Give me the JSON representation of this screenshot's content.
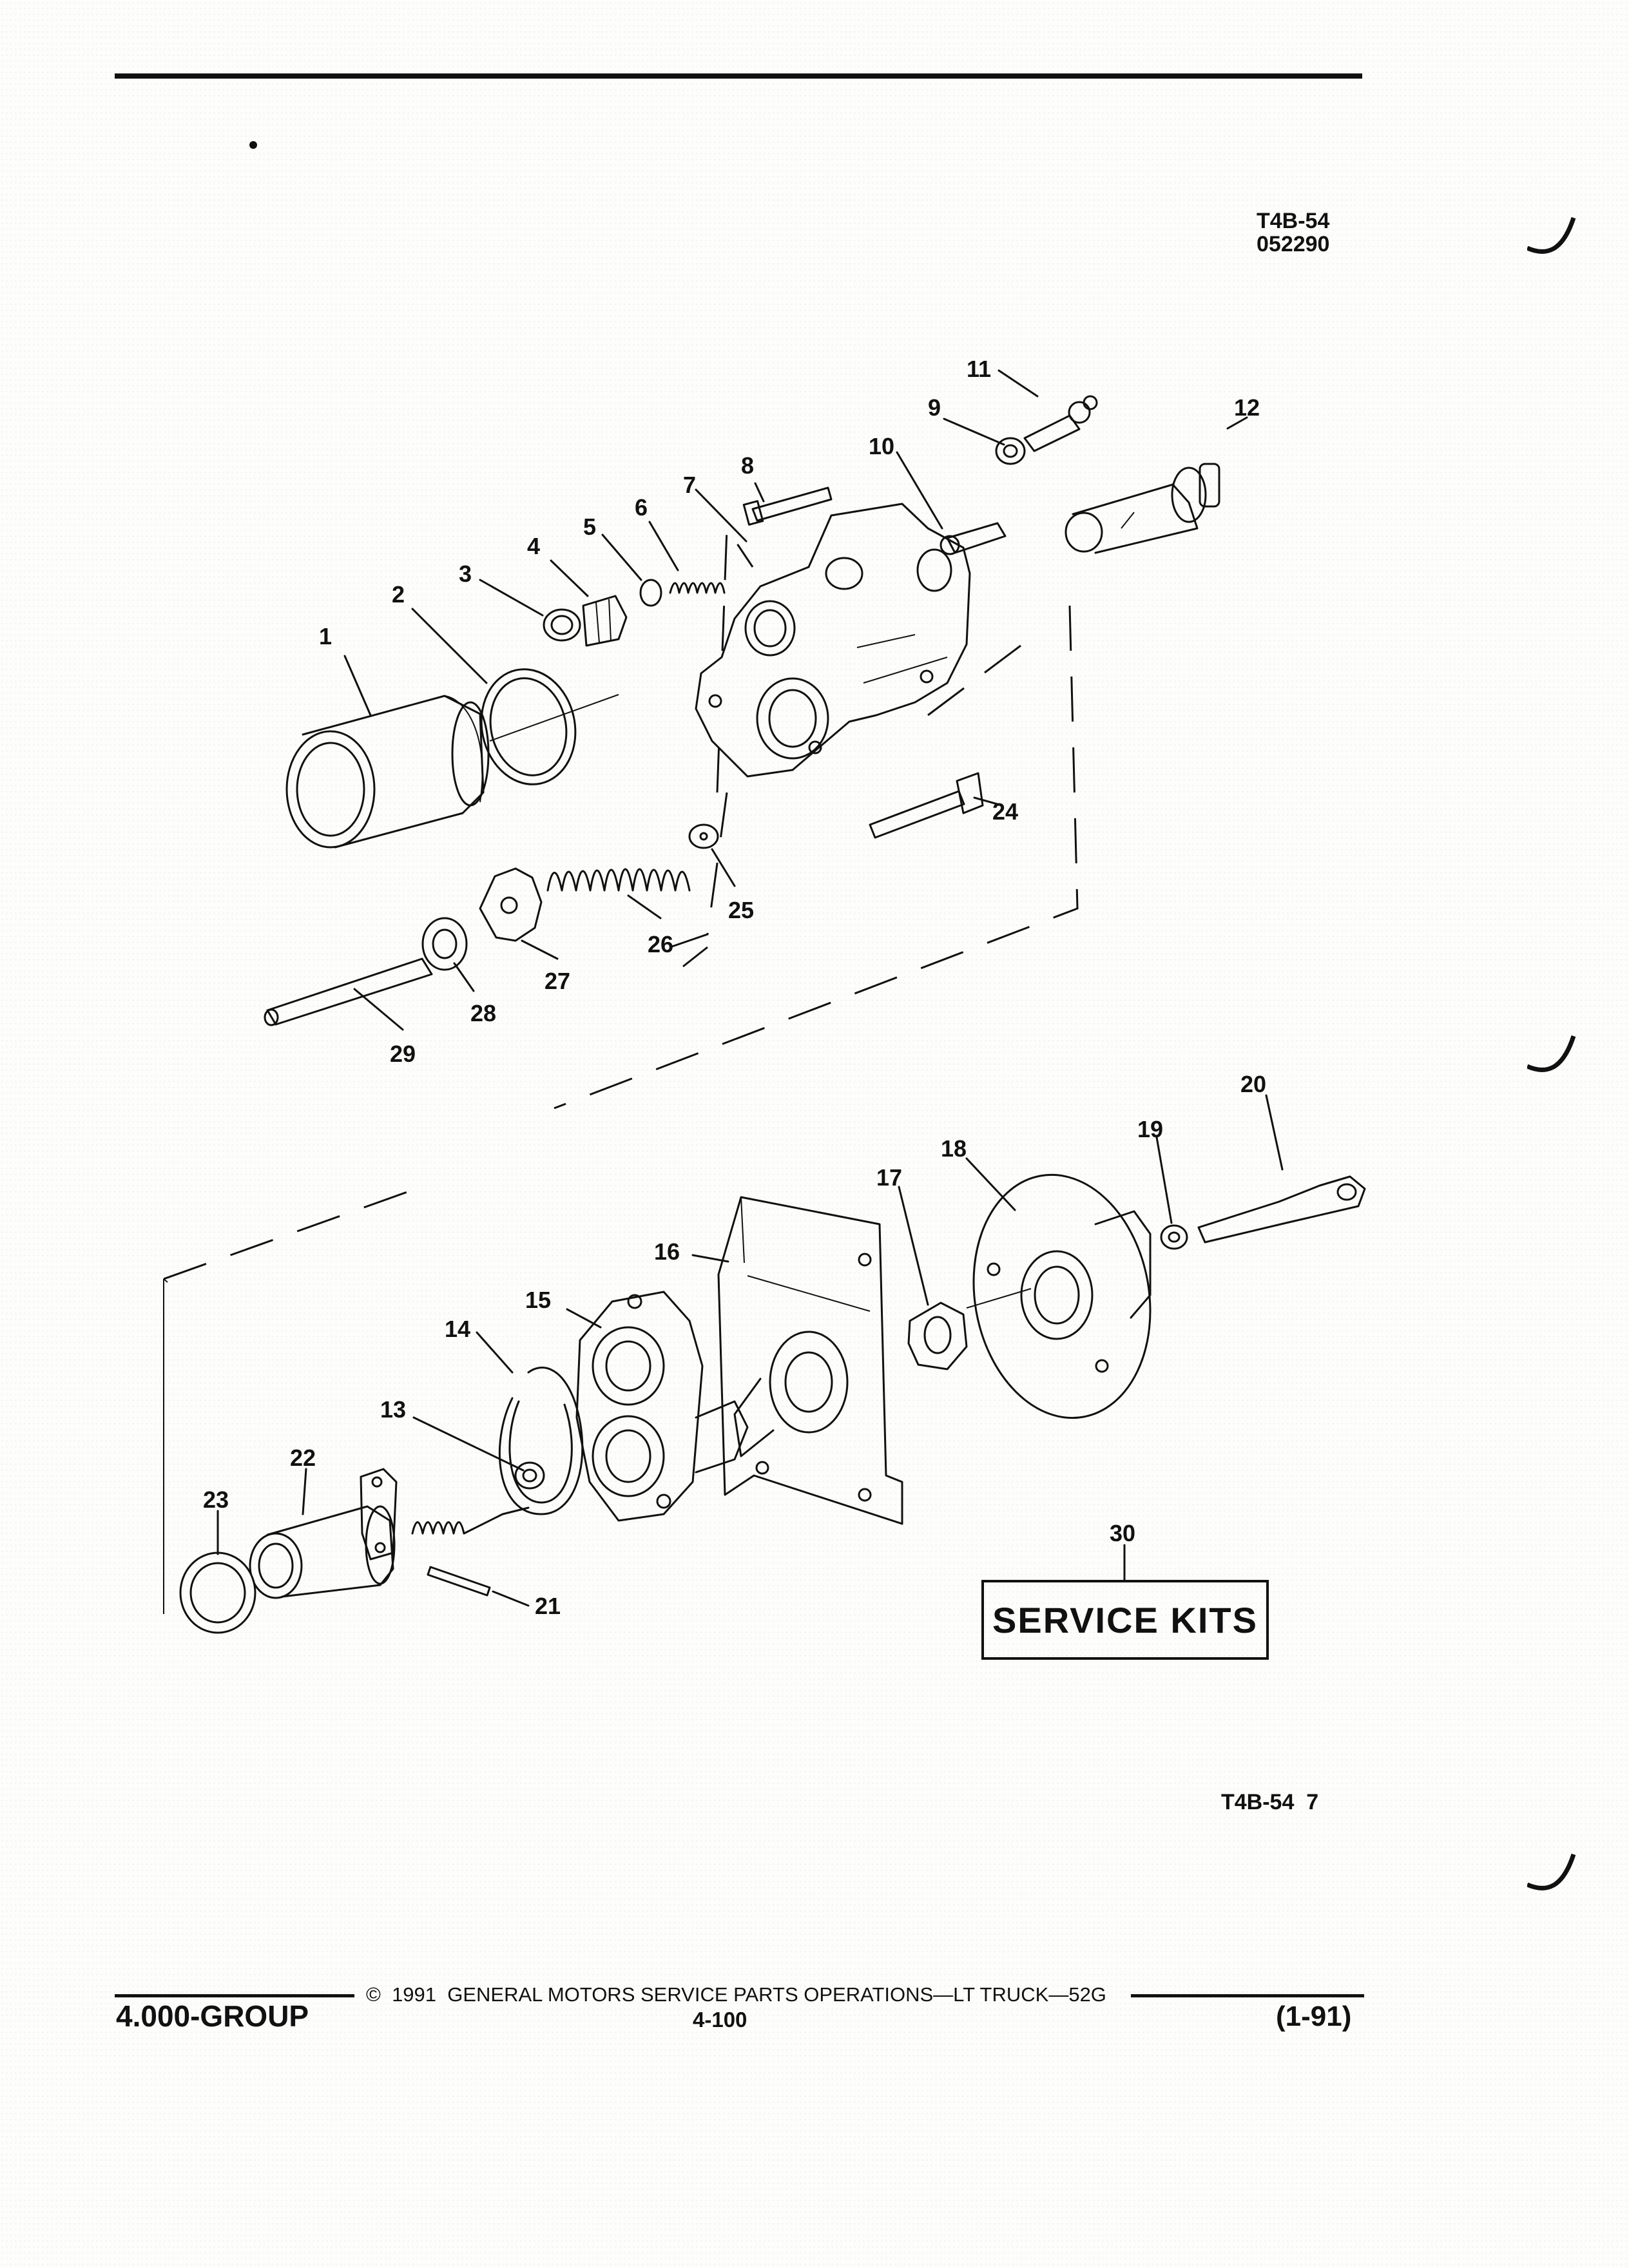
{
  "header": {
    "figure_code": "T4B-54",
    "figure_date": "052290"
  },
  "callouts": [
    "1",
    "2",
    "3",
    "4",
    "5",
    "6",
    "7",
    "8",
    "9",
    "10",
    "11",
    "12",
    "13",
    "14",
    "15",
    "16",
    "17",
    "18",
    "19",
    "20",
    "21",
    "22",
    "23",
    "24",
    "25",
    "26",
    "27",
    "28",
    "29",
    "30"
  ],
  "service_kits_label": "SERVICE KITS",
  "figure_ref": "T4B-54  7",
  "footer": {
    "group": "4.000-GROUP",
    "copyright": "©  1991  GENERAL MOTORS SERVICE PARTS OPERATIONS—LT TRUCK—52G",
    "page_number": "4-100",
    "revision": "(1-91)"
  }
}
